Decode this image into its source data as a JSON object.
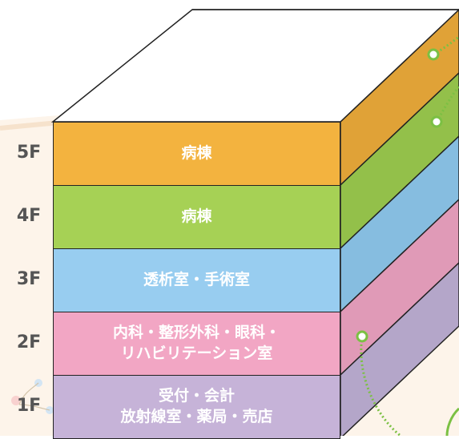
{
  "floors": [
    {
      "level": "5F",
      "lines": [
        "病棟"
      ],
      "color": "#f3b33f",
      "side": "#e0a237"
    },
    {
      "level": "4F",
      "lines": [
        "病棟"
      ],
      "color": "#a6d155",
      "side": "#93c04a"
    },
    {
      "level": "3F",
      "lines": [
        "透析室・手術室"
      ],
      "color": "#98cdf0",
      "side": "#86bde0"
    },
    {
      "level": "2F",
      "lines": [
        "内科・整形外科・眼科・",
        "リハビリテーション室"
      ],
      "color": "#f2a6c4",
      "side": "#e09ab7"
    },
    {
      "level": "1F",
      "lines": [
        "受付・会計",
        "放射線室・薬局・売店"
      ],
      "color": "#c6b3d8",
      "side": "#b4a6c9"
    }
  ],
  "colors": {
    "roof": "#ffffff",
    "outline": "#222222",
    "connector": "#7bc043",
    "label": "#555555"
  }
}
